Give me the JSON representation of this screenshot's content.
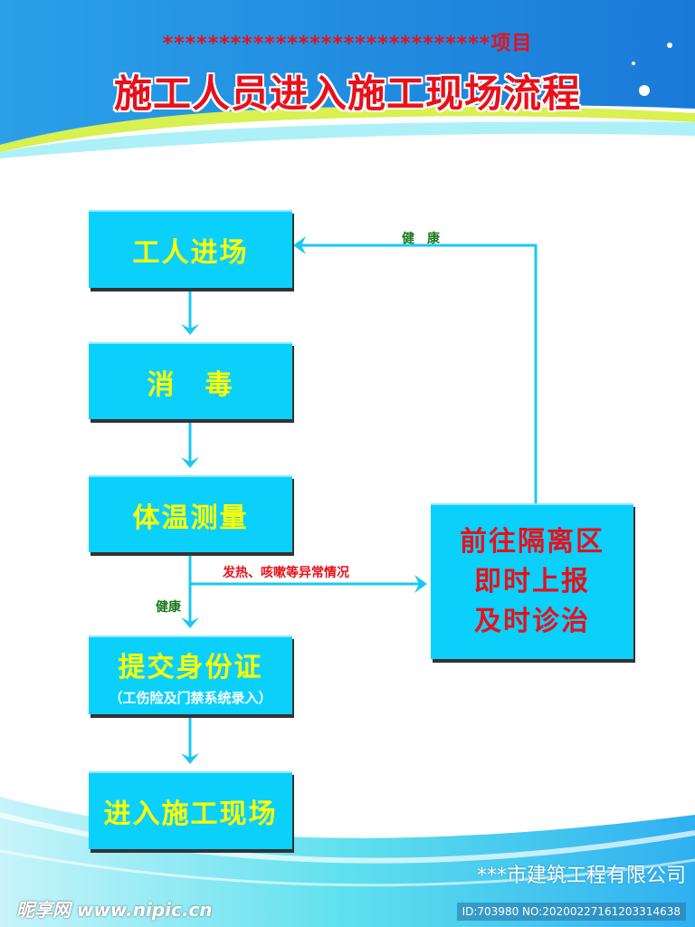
{
  "header": {
    "subtitle": "*****************************项目",
    "title": "施工人员进入施工现场流程"
  },
  "flow": {
    "steps": [
      {
        "label": "工人进场"
      },
      {
        "label": "消　毒"
      },
      {
        "label": "体温测量"
      },
      {
        "label": "提交身份证",
        "note": "（工伤险及门禁系统录入）"
      },
      {
        "label": "进入施工现场"
      }
    ],
    "isolation": {
      "lines": [
        "前往隔离区",
        "即时上报",
        "及时诊治"
      ]
    },
    "edge_labels": {
      "return_healthy": "健　康",
      "healthy": "健康",
      "abnormal": "发热、咳嗽等异常情况"
    }
  },
  "footer": {
    "company": "***市建筑工程有限公司",
    "watermark": "昵享网 www.nipic.cn",
    "watermark_id": "ID:703980 NO:20200227161203314638"
  },
  "colors": {
    "box": "#0bd0fb",
    "arrow": "#1ac8f0",
    "title": "#e8101a",
    "box_text": "#ffff00",
    "healthy_label": "#1a7a1a"
  }
}
